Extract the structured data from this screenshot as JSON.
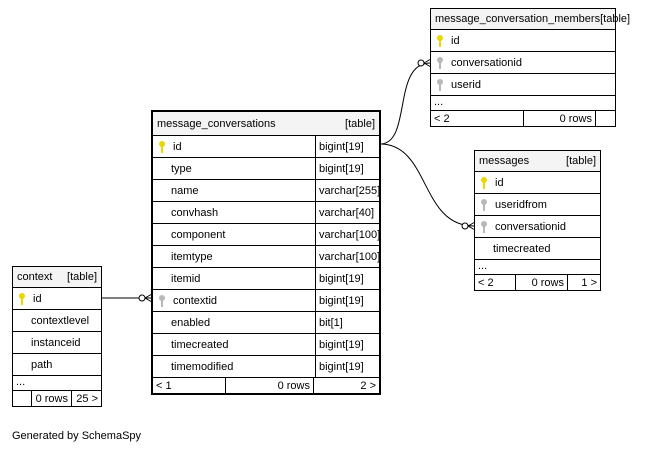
{
  "tables": {
    "members": {
      "name": "message_conversation_members",
      "tag": "[table]",
      "columns": [
        {
          "name": "id",
          "key": "primary"
        },
        {
          "name": "conversationid",
          "key": "foreign"
        },
        {
          "name": "userid",
          "key": "foreign"
        }
      ],
      "ellipsis": "...",
      "footer": {
        "parents": "< 2",
        "rows": "0 rows",
        "children": ""
      }
    },
    "conversations": {
      "name": "message_conversations",
      "tag": "[table]",
      "columns": [
        {
          "name": "id",
          "type": "bigint[19]",
          "key": "primary"
        },
        {
          "name": "type",
          "type": "bigint[19]",
          "key": "none"
        },
        {
          "name": "name",
          "type": "varchar[255]",
          "key": "none"
        },
        {
          "name": "convhash",
          "type": "varchar[40]",
          "key": "none"
        },
        {
          "name": "component",
          "type": "varchar[100]",
          "key": "none"
        },
        {
          "name": "itemtype",
          "type": "varchar[100]",
          "key": "none"
        },
        {
          "name": "itemid",
          "type": "bigint[19]",
          "key": "none"
        },
        {
          "name": "contextid",
          "type": "bigint[19]",
          "key": "foreign"
        },
        {
          "name": "enabled",
          "type": "bit[1]",
          "key": "none"
        },
        {
          "name": "timecreated",
          "type": "bigint[19]",
          "key": "none"
        },
        {
          "name": "timemodified",
          "type": "bigint[19]",
          "key": "none"
        }
      ],
      "footer": {
        "parents": "< 1",
        "rows": "0 rows",
        "children": "2 >"
      }
    },
    "messages": {
      "name": "messages",
      "tag": "[table]",
      "columns": [
        {
          "name": "id",
          "key": "primary"
        },
        {
          "name": "useridfrom",
          "key": "foreign"
        },
        {
          "name": "conversationid",
          "key": "foreign"
        },
        {
          "name": "timecreated",
          "key": "none"
        }
      ],
      "ellipsis": "...",
      "footer": {
        "parents": "< 2",
        "rows": "0 rows",
        "children": "1 >"
      }
    },
    "context": {
      "name": "context",
      "tag": "[table]",
      "columns": [
        {
          "name": "id",
          "key": "primary"
        },
        {
          "name": "contextlevel",
          "key": "none"
        },
        {
          "name": "instanceid",
          "key": "none"
        },
        {
          "name": "path",
          "key": "none"
        }
      ],
      "ellipsis": "...",
      "footer": {
        "parents": "",
        "rows": "0 rows",
        "children": "25 >"
      }
    }
  },
  "colors": {
    "primary_key": "#e8d800",
    "foreign_key": "#b8b8b8",
    "header_bg": "#f4f4f4"
  },
  "footer_text": "Generated by SchemaSpy"
}
